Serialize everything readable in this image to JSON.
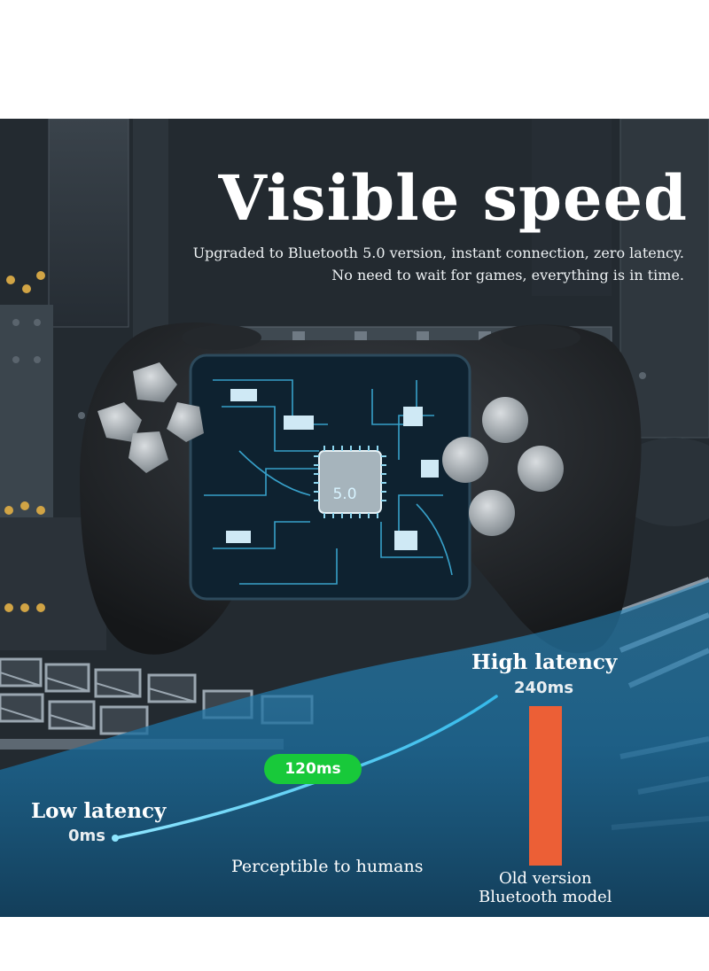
{
  "headline": "Visible speed",
  "subheadline": [
    "Upgraded to Bluetooth 5.0 version, instant connection, zero latency.",
    "No need to wait for games, everything is in time."
  ],
  "chip_label": "5.0",
  "latency_chart": {
    "low": {
      "title": "Low latency",
      "value": "0ms"
    },
    "mid": {
      "value": "120ms"
    },
    "high": {
      "title": "High latency",
      "value": "240ms"
    },
    "caption_left": "Perceptible to humans",
    "caption_right": [
      "Old version",
      "Bluetooth model"
    ]
  },
  "colors": {
    "background": "#1f252b",
    "pill": "#18c93a",
    "bar": "#ec5f36",
    "curve": "#3ec6f0",
    "overlay_blue": "#1f82b8"
  },
  "icons": [
    "gamepad-icon",
    "bluetooth-chip-icon"
  ]
}
